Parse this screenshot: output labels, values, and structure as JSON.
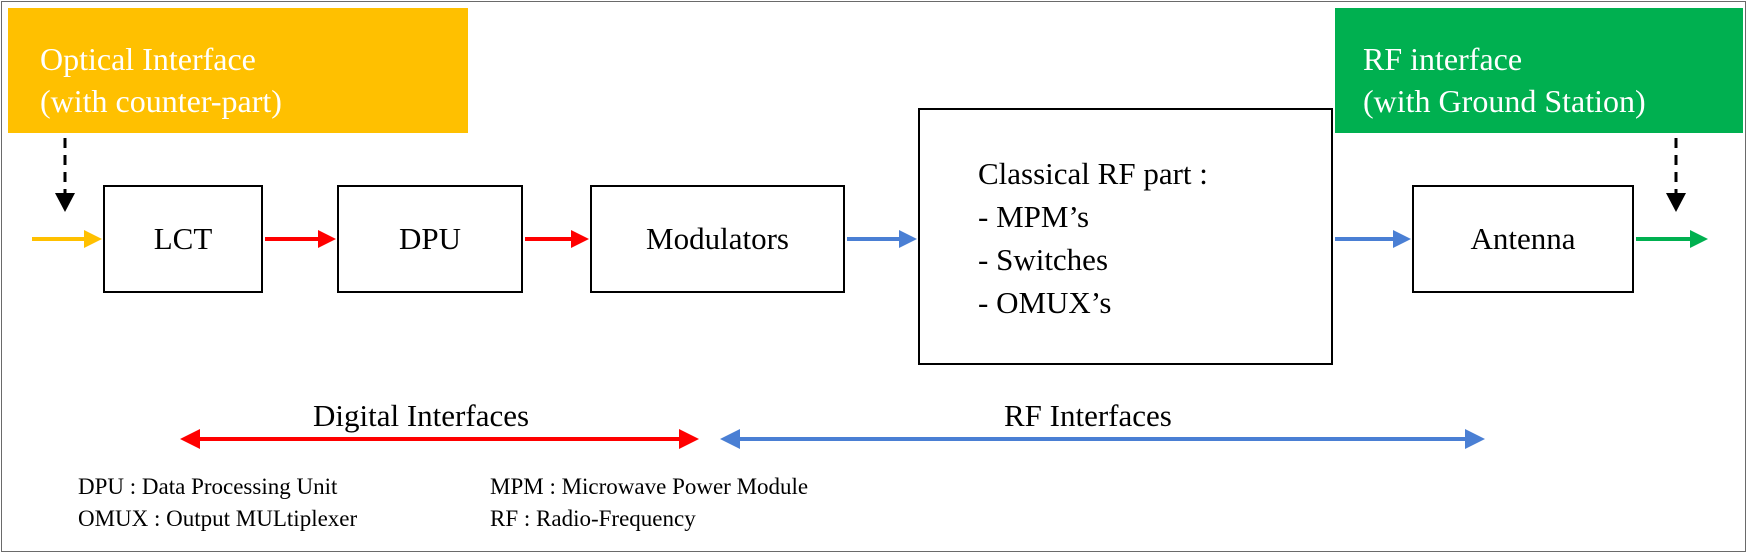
{
  "labels": {
    "optical": {
      "line1": "Optical Interface",
      "line2": "(with counter-part)",
      "color": "#ffc000"
    },
    "rf": {
      "line1": "RF interface",
      "line2": "(with Ground Station)",
      "color": "#00b050"
    }
  },
  "blocks": {
    "lct": "LCT",
    "dpu": "DPU",
    "modulators": "Modulators",
    "classical_rf": {
      "title": "Classical RF part  :",
      "items": [
        "- MPM’s",
        "- Switches",
        "- OMUX’s"
      ]
    },
    "antenna": "Antenna"
  },
  "interfaces": {
    "digital": "Digital Interfaces",
    "rf": "RF Interfaces"
  },
  "legend": {
    "left": [
      "DPU :  Data Processing Unit",
      "OMUX : Output MULtiplexer"
    ],
    "right": [
      "MPM : Microwave Power Module",
      "RF : Radio-Frequency"
    ]
  },
  "colors": {
    "optical_arrow": "#ffc000",
    "digital_arrow": "#ff0000",
    "rf_arrow": "#4a7fd4",
    "ground_arrow": "#00b050",
    "input_arrow": "#000000"
  }
}
